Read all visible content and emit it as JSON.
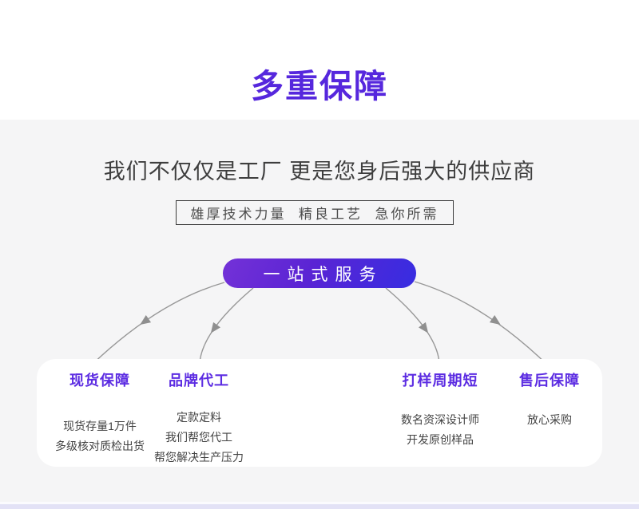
{
  "header": {
    "title": "多重保障",
    "subtitle": "我们不仅仅是工厂 更是您身后强大的供应商",
    "tagline": "雄厚技术力量  精良工艺  急你所需",
    "pill_label": "一站式服务"
  },
  "features": {
    "columns": [
      {
        "heading": "现货保障",
        "lines": [
          "现货存量1万件",
          "多级核对质检出货"
        ]
      },
      {
        "heading": "品牌代工",
        "lines": [
          "定款定料",
          "我们帮您代工",
          "帮您解决生产压力"
        ]
      },
      {
        "heading": "打样周期短",
        "lines": [
          "数名资深设计师",
          "开发原创样品"
        ]
      },
      {
        "heading": "售后保障",
        "lines": [
          "放心采购"
        ]
      }
    ]
  },
  "colors": {
    "title_purple": "#5627dd",
    "heading_purple": "#5c2ce2",
    "pill_gradient_start": "#7130d7",
    "pill_gradient_end": "#3a2ce0",
    "arrow_gray": "#979797",
    "section_bg": "#f5f5f6",
    "bottom_strip": "#e3e2f6"
  }
}
